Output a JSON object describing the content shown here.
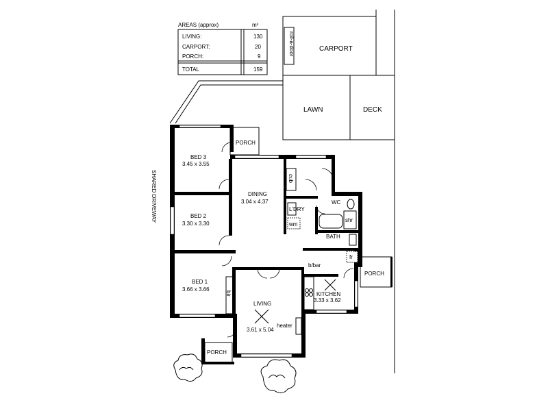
{
  "areas_table": {
    "header": "AREAS (approx)",
    "unit": "m²",
    "rows": [
      {
        "label": "LIVING:",
        "value": "130"
      },
      {
        "label": "CARPORT:",
        "value": "20"
      },
      {
        "label": "PORCH:",
        "value": "9"
      }
    ],
    "total_label": "TOTAL",
    "total_value": "159"
  },
  "outdoor": {
    "carport": "CARPORT",
    "roll_door": "roll-a-door",
    "lawn": "LAWN",
    "deck": "DECK",
    "driveway": "SHARED DRIVEWAY"
  },
  "rooms": {
    "bed3": {
      "name": "BED 3",
      "size": "3.45 x 3.55"
    },
    "bed2": {
      "name": "BED 2",
      "size": "3.30 x 3.30"
    },
    "bed1": {
      "name": "BED 1",
      "size": "3.66 x 3.66"
    },
    "dining": {
      "name": "DINING",
      "size": "3.04 x 4.37"
    },
    "living": {
      "name": "LIVING",
      "size": "3.61 x 5.04"
    },
    "kitchen": {
      "name": "KITCHEN",
      "size": "3.33 x 3.62"
    },
    "laundry": "L'DRY",
    "wc": "WC",
    "bath": "BATH",
    "porch_top": "PORCH",
    "porch_right": "PORCH",
    "porch_bottom": "PORCH"
  },
  "fixtures": {
    "cub": "cub",
    "wm": "wm",
    "shr": "shr",
    "fr": "fr",
    "bbar": "b/bar",
    "bir": "bir",
    "heater": "heater"
  }
}
